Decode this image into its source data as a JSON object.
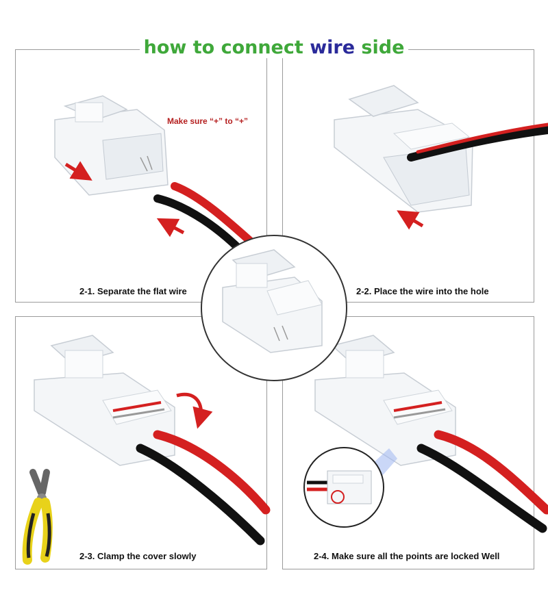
{
  "title": {
    "part1": "how to connect ",
    "part2": "wire",
    "part3": " side"
  },
  "steps": [
    {
      "caption": "2-1. Separate the flat wire"
    },
    {
      "caption": "2-2. Place the wire into the hole"
    },
    {
      "caption": "2-3. Clamp the cover slowly"
    },
    {
      "caption": "2-4. Make sure all the points are locked Well"
    }
  ],
  "note": "Make sure “+” to “+”",
  "colors": {
    "title_green": "#3fa83a",
    "title_blue": "#2a2a9a",
    "wire_red": "#d42020",
    "wire_black": "#111111",
    "arrow_red": "#d42020",
    "plier_yellow": "#e8d21a"
  }
}
